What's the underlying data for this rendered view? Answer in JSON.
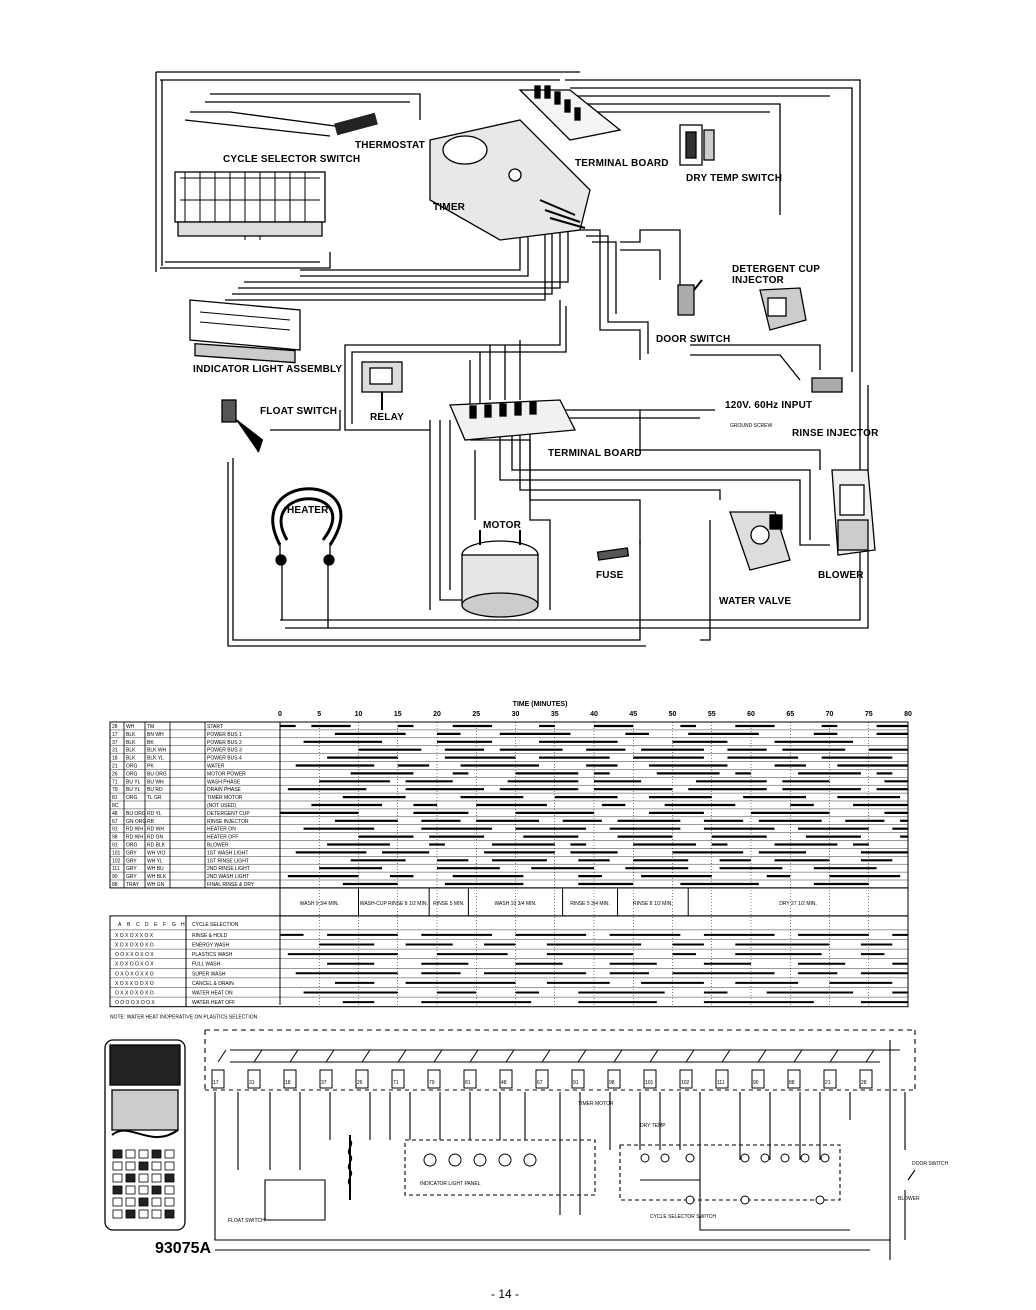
{
  "components": [
    {
      "id": "thermostat",
      "label": "THERMOSTAT"
    },
    {
      "id": "cycle-selector-switch",
      "label": "CYCLE SELECTOR SWITCH"
    },
    {
      "id": "timer",
      "label": "TIMER"
    },
    {
      "id": "terminal-board-top",
      "label": "TERMINAL BOARD"
    },
    {
      "id": "dry-temp-switch",
      "label": "DRY TEMP SWITCH"
    },
    {
      "id": "detergent-cup-injector",
      "label": "DETERGENT CUP\nINJECTOR"
    },
    {
      "id": "door-switch",
      "label": "DOOR SWITCH"
    },
    {
      "id": "indicator-light-assembly",
      "label": "INDICATOR LIGHT ASSEMBLY"
    },
    {
      "id": "float-switch",
      "label": "FLOAT SWITCH"
    },
    {
      "id": "relay",
      "label": "RELAY"
    },
    {
      "id": "power-input",
      "label": "120V. 60Hz INPUT"
    },
    {
      "id": "ground-screw",
      "label": "GROUND SCREW"
    },
    {
      "id": "rinse-injector",
      "label": "RINSE INJECTOR"
    },
    {
      "id": "terminal-board-bottom",
      "label": "TERMINAL BOARD"
    },
    {
      "id": "heater",
      "label": "HEATER"
    },
    {
      "id": "motor",
      "label": "MOTOR"
    },
    {
      "id": "fuse",
      "label": "FUSE"
    },
    {
      "id": "blower",
      "label": "BLOWER"
    },
    {
      "id": "water-valve",
      "label": "WATER VALVE"
    }
  ],
  "timing_chart": {
    "time_header": "TIME (MINUTES)",
    "ticks": [
      "0",
      "5",
      "10",
      "15",
      "20",
      "25",
      "30",
      "35",
      "40",
      "45",
      "50",
      "55",
      "60",
      "65",
      "70",
      "75",
      "80"
    ],
    "rows": [
      {
        "term": "28",
        "wire": "WH",
        "code": "TM",
        "function": "START"
      },
      {
        "term": "17",
        "wire": "BLK",
        "code": "BN WH",
        "function": "POWER BUS 1"
      },
      {
        "term": "37",
        "wire": "BLK",
        "code": "BK",
        "function": "POWER BUS 2"
      },
      {
        "term": "31",
        "wire": "BLK",
        "code": "BLK WH",
        "function": "POWER BUS 3"
      },
      {
        "term": "18",
        "wire": "BLK",
        "code": "BLK YL",
        "function": "POWER BUS 4"
      },
      {
        "term": "21",
        "wire": "ORG",
        "code": "PK",
        "function": "WATER"
      },
      {
        "term": "26",
        "wire": "ORG",
        "code": "BU ORG",
        "function": "MOTOR POWER"
      },
      {
        "term": "71",
        "wire": "BU YL",
        "code": "BU WH",
        "function": "WASH PHASE"
      },
      {
        "term": "79",
        "wire": "BU YL",
        "code": "BU RD",
        "function": "DRAIN PHASE"
      },
      {
        "term": "81",
        "wire": "ORG",
        "code": "TL GR",
        "function": "TIMER MOTOR"
      },
      {
        "term": "8C",
        "wire": "",
        "code": "",
        "function": "(NOT USED)"
      },
      {
        "term": "48",
        "wire": "BU ORG",
        "code": "RD YL",
        "function": "DETERGENT CUP"
      },
      {
        "term": "67",
        "wire": "GN ORG",
        "code": "RB",
        "function": "RINSE INJECTOR"
      },
      {
        "term": "91",
        "wire": "RD WH",
        "code": "RD WH",
        "function": "HEATER ON"
      },
      {
        "term": "98",
        "wire": "RD WH",
        "code": "RD GN",
        "function": "HEATER OFF"
      },
      {
        "term": "91",
        "wire": "ORG",
        "code": "RD BLK",
        "function": "BLOWER"
      },
      {
        "term": "101",
        "wire": "GRY",
        "code": "WH VIO",
        "function": "1ST WASH LIGHT"
      },
      {
        "term": "102",
        "wire": "GRY",
        "code": "WH YL",
        "function": "1ST RINSE LIGHT"
      },
      {
        "term": "111",
        "wire": "GRY",
        "code": "WH BU",
        "function": "2ND RINSE LIGHT"
      },
      {
        "term": "90",
        "wire": "GRY",
        "code": "WH BLK",
        "function": "2ND WASH LIGHT"
      },
      {
        "term": "88",
        "wire": "TRAY",
        "code": "WH GN",
        "function": "FINAL RINSE & DRY"
      }
    ],
    "phases": [
      {
        "label": "WASH 9 3/4 MIN.",
        "from": 0,
        "to": 10
      },
      {
        "label": "WASH-CUP RINSE 8 1/2 MIN.",
        "from": 10,
        "to": 19
      },
      {
        "label": "RINSE 5 MIN.",
        "from": 19,
        "to": 24
      },
      {
        "label": "WASH 10 3/4 MIN.",
        "from": 24,
        "to": 36
      },
      {
        "label": "RINSE 5 3/4 MIN.",
        "from": 36,
        "to": 43
      },
      {
        "label": "RINSE 8 1/2 MIN.",
        "from": 43,
        "to": 52
      },
      {
        "label": "DRY 27 1/2 MIN.",
        "from": 52,
        "to": 80
      }
    ],
    "selection_header": "CYCLE SELECTION",
    "selection_switch_cols": [
      "A",
      "B",
      "C",
      "D",
      "E",
      "F",
      "G",
      "H"
    ],
    "cycles": [
      {
        "name": "RINSE & HOLD",
        "marks": "X O X O X X O X"
      },
      {
        "name": "ENERGY WASH",
        "marks": "X O X O X O X O"
      },
      {
        "name": "PLASTICS WASH",
        "marks": "O O X X O X O X"
      },
      {
        "name": "FULL WASH",
        "marks": "X O X O O X O X"
      },
      {
        "name": "SUPER WASH",
        "marks": "O X O X O X X O"
      },
      {
        "name": "CANCEL & DRAIN",
        "marks": "X O X X O O X O"
      },
      {
        "name": "WATER HEAT ON",
        "marks": "O X X O X O X O"
      },
      {
        "name": "WATER HEAT OFF",
        "marks": "O O O O X O O X"
      }
    ],
    "footnote": "NOTE: WATER HEAT INOPERATIVE ON PLASTICS SELECTION"
  },
  "schematic": {
    "float_switch": "FLOAT SWITCH",
    "indicator_panel": "INDICATOR LIGHT PANEL",
    "cycle_selector": "CYCLE SELECTOR SWITCH",
    "door_switch": "DOOR SWITCH",
    "dry_temp": "DRY TEMP",
    "timer_motor": "TIMER MOTOR",
    "blower": "BLOWER",
    "terminals": [
      "17",
      "31",
      "18",
      "37",
      "26",
      "71",
      "79",
      "81",
      "48",
      "67",
      "91",
      "98",
      "101",
      "102",
      "111",
      "90",
      "88",
      "21",
      "28"
    ]
  },
  "document": {
    "model": "93075A",
    "page": "- 14 -"
  }
}
